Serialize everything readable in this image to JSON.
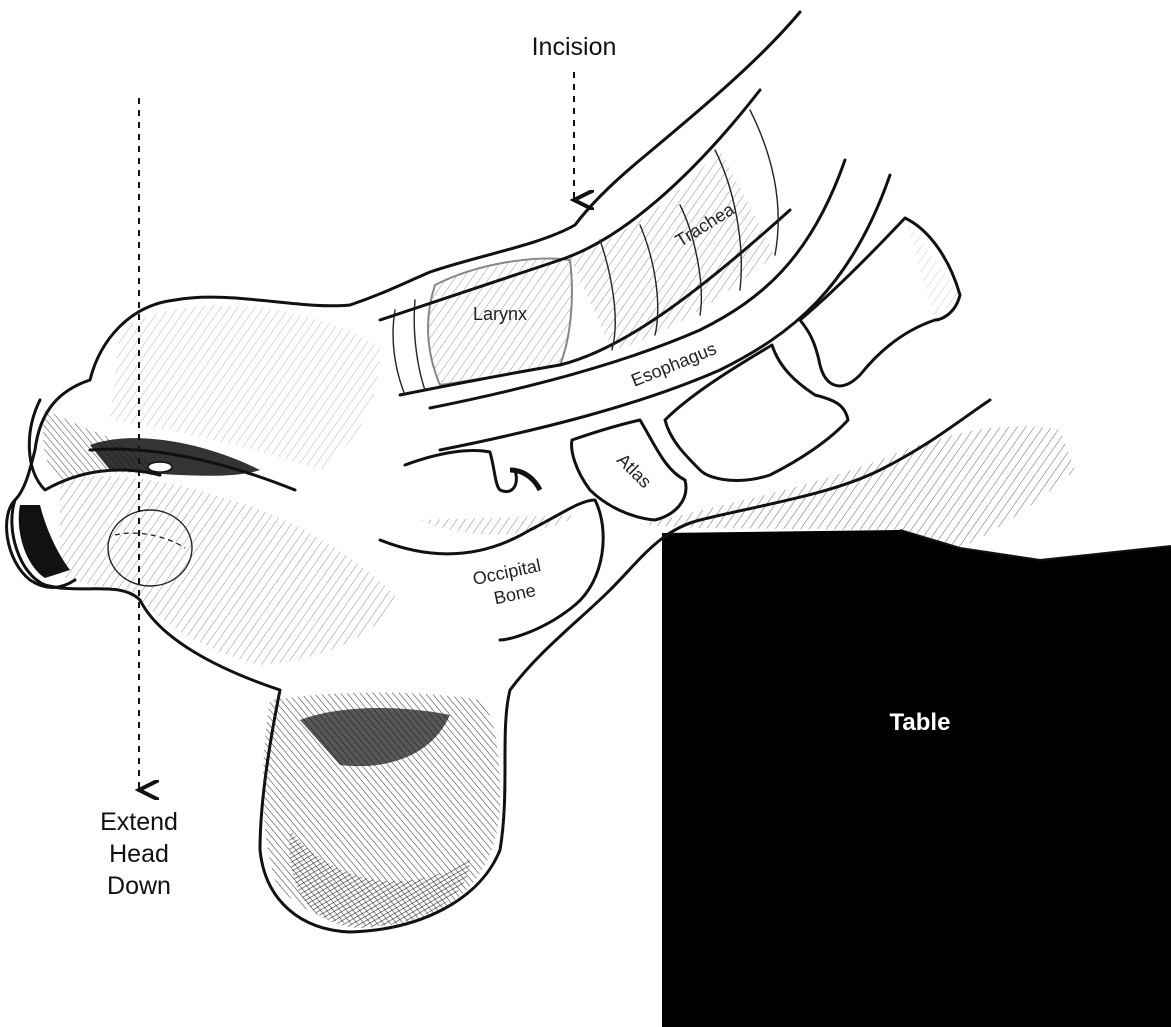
{
  "labels": {
    "incision": "Incision",
    "extend_line1": "Extend",
    "extend_line2": "Head",
    "extend_line3": "Down",
    "larynx": "Larynx",
    "trachea": "Trachea",
    "esophagus": "Esophagus",
    "atlas": "Atlas",
    "occipital_line1": "Occipital",
    "occipital_line2": "Bone",
    "table": "Table"
  },
  "colors": {
    "ink": "#111111",
    "paper": "#ffffff",
    "table_fill": "#000000",
    "table_text": "#ffffff"
  },
  "icons": [
    "incision-arrow-icon",
    "extend-head-arrow-icon"
  ]
}
